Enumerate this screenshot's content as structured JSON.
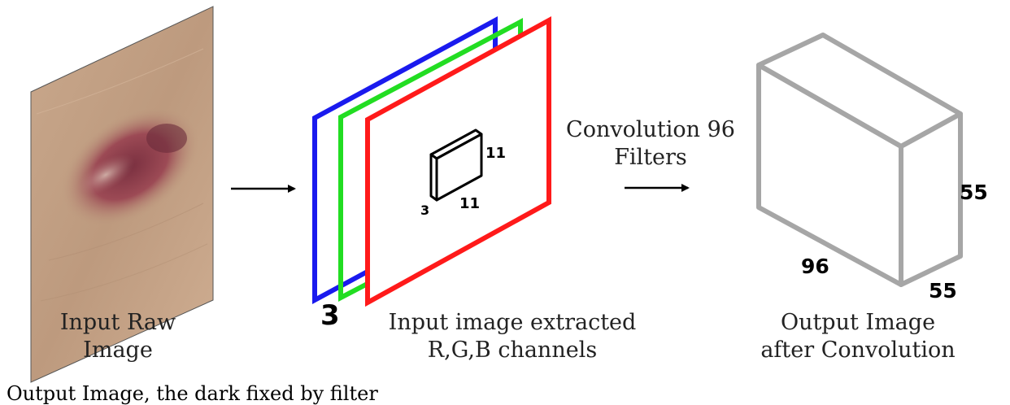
{
  "labels": {
    "input_raw_line1": "Input Raw",
    "input_raw_line2": "Image",
    "channels_line1": "Input image extracted",
    "channels_line2": "R,G,B channels",
    "convolution_line1": "Convolution 96",
    "convolution_line2": "Filters",
    "output_line1": "Output Image",
    "output_line2": "after Convolution",
    "channel_depth": "3",
    "filter_height": "11",
    "filter_width": "11",
    "filter_depth": "3",
    "output_height": "55",
    "output_width": "55",
    "output_depth": "96"
  },
  "caption": "Output Image, the dark fixed by filter",
  "colors": {
    "channel_red": "#ff1a1a",
    "channel_green": "#22dd22",
    "channel_blue": "#1a1aee",
    "output_box": "#a6a6a6",
    "arrow": "#000000"
  }
}
